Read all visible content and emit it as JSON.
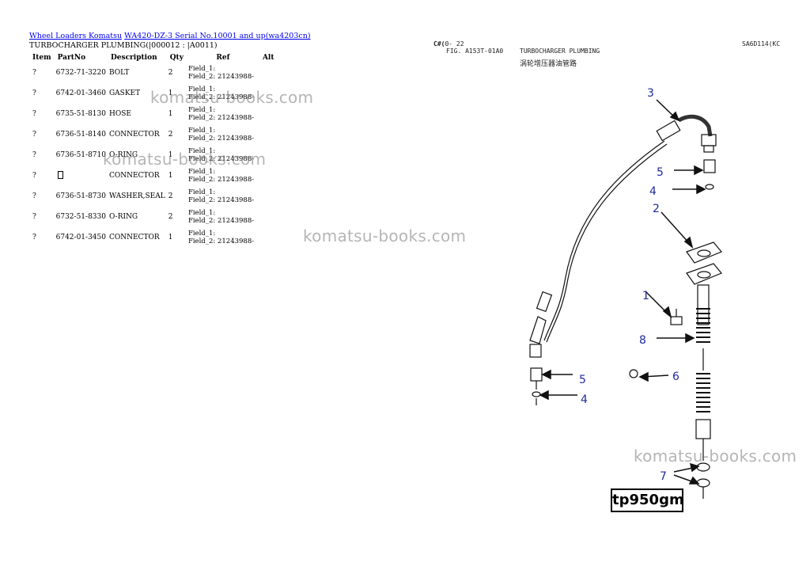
{
  "header": {
    "link1": "Wheel Loaders Komatsu",
    "link2": "WA420-DZ-3 Serial No.10001 and up(wa4203cn)",
    "subtitle": "TURBOCHARGER PLUMBING(|000012 : |A0011)"
  },
  "table": {
    "headers": [
      "Item",
      "PartNo",
      "Description",
      "Qty",
      "Ref",
      "Alt"
    ],
    "rows": [
      {
        "item": "?",
        "partno": "6732-71-3220",
        "desc": "BOLT",
        "qty": "2",
        "ref1": "Field_1:",
        "ref2": "Field_2: 21243988-",
        "alt": ""
      },
      {
        "item": "?",
        "partno": "6742-01-3460",
        "desc": "GASKET",
        "qty": "1",
        "ref1": "Field_1:",
        "ref2": "Field_2: 21243988-",
        "alt": ""
      },
      {
        "item": "?",
        "partno": "6735-51-8130",
        "desc": "HOSE",
        "qty": "1",
        "ref1": "Field_1:",
        "ref2": "Field_2: 21243988-",
        "alt": ""
      },
      {
        "item": "?",
        "partno": "6736-51-8140",
        "desc": "CONNECTOR",
        "qty": "2",
        "ref1": "Field_1:",
        "ref2": "Field_2: 21243988-",
        "alt": ""
      },
      {
        "item": "?",
        "partno": "6736-51-8710",
        "desc": "O-RING",
        "qty": "1",
        "ref1": "Field_1:",
        "ref2": "Field_2: 21243988-",
        "alt": ""
      },
      {
        "item": "?",
        "partno": "",
        "desc": "CONNECTOR",
        "qty": "1",
        "ref1": "Field_1:",
        "ref2": "Field_2: 21243988-",
        "alt": ""
      },
      {
        "item": "?",
        "partno": "6736-51-8730",
        "desc": "WASHER,SEAL",
        "qty": "2",
        "ref1": "Field_1:",
        "ref2": "Field_2: 21243988-",
        "alt": ""
      },
      {
        "item": "?",
        "partno": "6732-51-8330",
        "desc": "O-RING",
        "qty": "2",
        "ref1": "Field_1:",
        "ref2": "Field_2: 21243988-",
        "alt": ""
      },
      {
        "item": "?",
        "partno": "6742-01-3450",
        "desc": "CONNECTOR",
        "qty": "1",
        "ref1": "Field_1:",
        "ref2": "Field_2: 21243988-",
        "alt": ""
      }
    ]
  },
  "figure": {
    "code": "0- 22",
    "fig_no": "FIG. A153T-01A0",
    "title_en": "TURBOCHARGER PLUMBING",
    "title_cn": "涡轮增压器油管路",
    "ref": "SA6D114(KC",
    "callouts": [
      "3",
      "5",
      "4",
      "2",
      "1",
      "8",
      "5",
      "4",
      "6",
      "7"
    ],
    "stamp": "tp950gm"
  },
  "watermark": "komatsu-books.com"
}
